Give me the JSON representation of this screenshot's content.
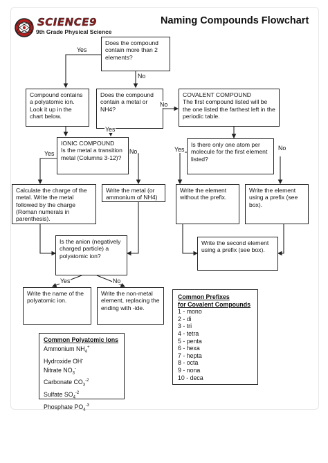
{
  "header": {
    "title": "Naming Compounds Flowchart",
    "logo_text": "SCIENCE9",
    "logo_subtitle": "9th Grade Physical Science"
  },
  "flowchart": {
    "q_more_than_two": "Does the compound contain more than 2 elements?",
    "polyatomic_ion": "Compound contains a polyatomic ion. Look it up in the chart below.",
    "q_metal_nh4": "Does the compound contain a metal or NH4?",
    "covalent": "COVALENT COMPOUND\nThe first compound listed will be the one listed the farthest left in the periodic table.",
    "ionic": "IONIC COMPOUND\nIs the metal a transition metal (Columns 3-12)?",
    "q_one_atom": "Is there only one atom per molecule for the first element listed?",
    "calc_charge": "Calculate the charge of the metal. Write the metal followed by the charge (Roman numerals in parenthesis).",
    "write_metal": "Write the metal (or ammonium of NH4)",
    "write_no_prefix": "Write the element without the prefix.",
    "write_prefix": "Write the element using a prefix (see box).",
    "q_anion": "Is the anion (negatively charged particle) a polyatomic ion?",
    "second_element": "Write the second element using a prefix (see box).",
    "write_poly_name": "Write the name of the polyatomic ion.",
    "write_nonmetal": "Write the non-metal element, replacing the ending with -ide.",
    "labels": {
      "yes1": "Yes",
      "no1": "No",
      "no2": "No",
      "yes2": "Yes",
      "yes3": "Yes",
      "no3": "No",
      "yes4": "Yes",
      "no4": "No",
      "yes5": "Yes",
      "no5": "No"
    }
  },
  "polyatomic_box": {
    "heading": "Common Polyatomic Ions",
    "items": [
      {
        "name": "Ammonium",
        "formula": "NH",
        "sub": "4",
        "sup": "+"
      },
      {
        "name": "Hydroxide",
        "formula": "OH",
        "sub": "",
        "sup": "-"
      },
      {
        "name": "Nitrate",
        "formula": "NO",
        "sub": "3",
        "sup": "-"
      },
      {
        "name": "Carbonate",
        "formula": "CO",
        "sub": "3",
        "sup": "-2"
      },
      {
        "name": "Sulfate",
        "formula": "SO",
        "sub": "4",
        "sup": "-2"
      },
      {
        "name": "Phosphate",
        "formula": "PO",
        "sub": "4",
        "sup": "-3"
      }
    ]
  },
  "prefix_box": {
    "heading_line1": "Common Prefixes",
    "heading_line2": "for Covalent Compounds",
    "items": [
      "1 - mono",
      "2 - di",
      "3 - tri",
      "4 - tetra",
      "5 - penta",
      "6 - hexa",
      "7 - hepta",
      "8 - octa",
      "9 - nona",
      "10 - deca"
    ]
  }
}
